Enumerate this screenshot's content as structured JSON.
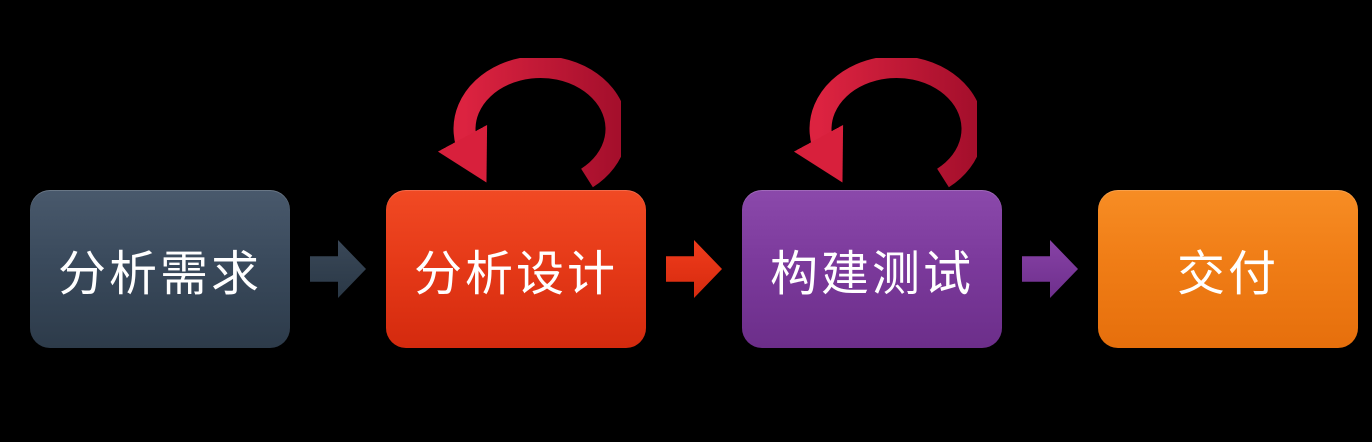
{
  "diagram": {
    "type": "process-flow",
    "background": "#000000",
    "steps": [
      {
        "id": "analyze-requirements",
        "label": "分析需求",
        "fill_top": "#49596c",
        "fill_bottom": "#2d3b4a"
      },
      {
        "id": "analysis-design",
        "label": "分析设计",
        "fill_top": "#f14a24",
        "fill_bottom": "#d42a0e"
      },
      {
        "id": "build-test",
        "label": "构建测试",
        "fill_top": "#8b49ab",
        "fill_bottom": "#6c2e8a"
      },
      {
        "id": "deliver",
        "label": "交付",
        "fill_top": "#f78d24",
        "fill_bottom": "#e66f0c"
      }
    ],
    "connectors": [
      {
        "from": "分析需求",
        "to": "分析设计",
        "color": "#32404f"
      },
      {
        "from": "分析设计",
        "to": "构建测试",
        "color": "#e63316"
      },
      {
        "from": "构建测试",
        "to": "交付",
        "color": "#7a3899"
      }
    ],
    "loops": [
      {
        "on": "分析设计",
        "meaning": "iterate",
        "color_start": "#dc2340",
        "color_end": "#a50f2c"
      },
      {
        "on": "构建测试",
        "meaning": "iterate",
        "color_start": "#dc2340",
        "color_end": "#a50f2c"
      }
    ]
  }
}
